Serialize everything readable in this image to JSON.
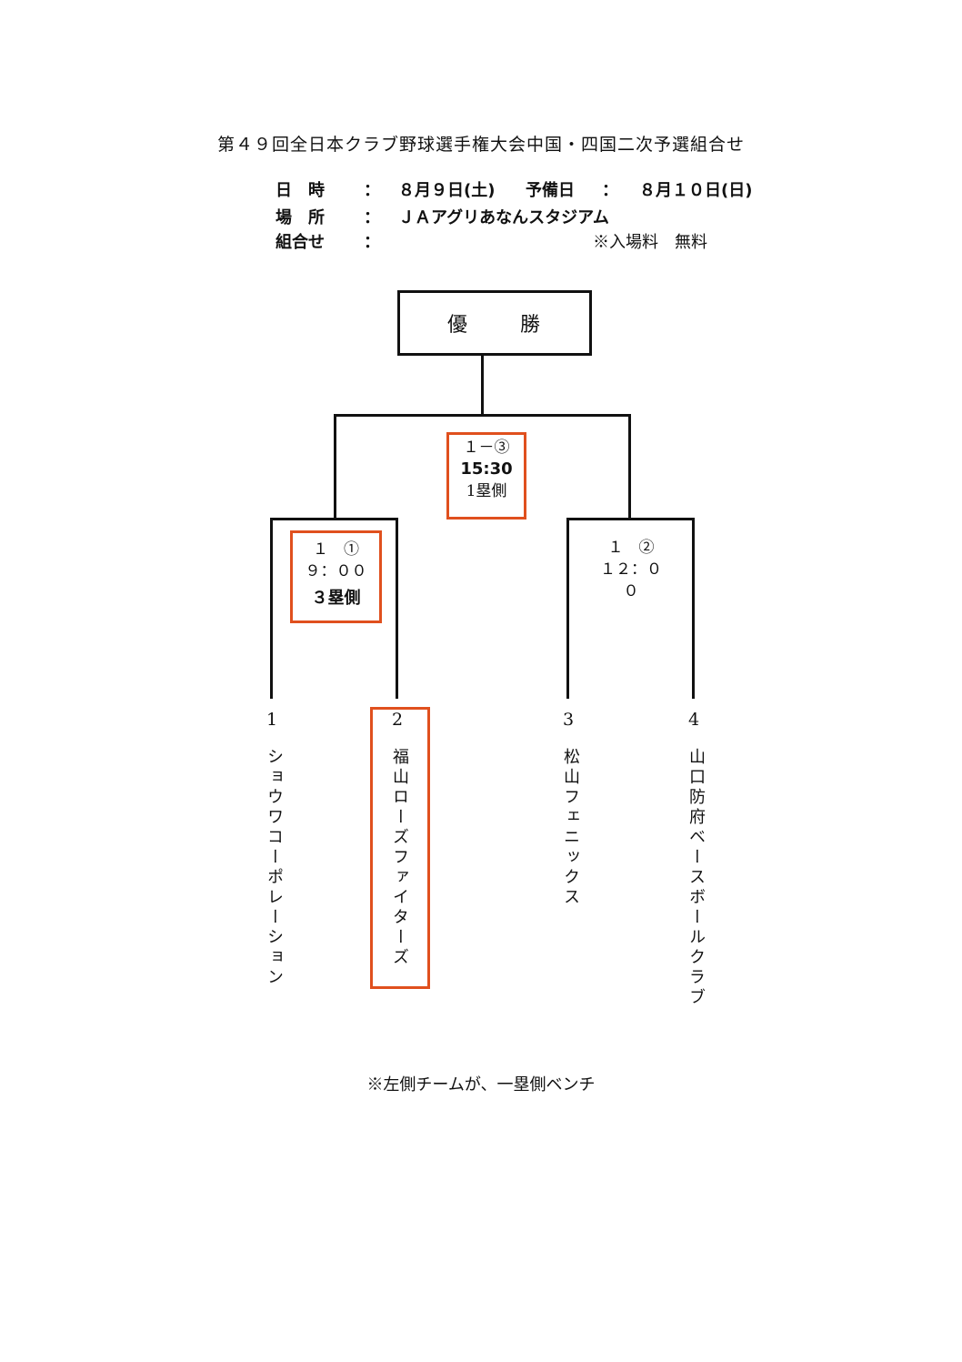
{
  "title": "第４９回全日本クラブ野球選手権大会中国・四国二次予選組合せ",
  "info": {
    "date_label": "日　時",
    "colon": "：",
    "date_value": "８月９日(土)",
    "reserve_label": "予備日",
    "reserve_value": "８月１０日(日)",
    "venue_label": "場　所",
    "venue_value": "ＪＡアグリあなんスタジアム",
    "pairing_label": "組合せ",
    "admission_note": "※入場料　無料"
  },
  "champion": {
    "char1": "優",
    "char2": "勝"
  },
  "games": {
    "final": {
      "number": "１－③",
      "time": "15:30",
      "side": "1塁側"
    },
    "semi1": {
      "number": "１　①",
      "time": "９：００",
      "side": "３塁側"
    },
    "semi2": {
      "number": "１　②",
      "time": "１２：００"
    }
  },
  "teams": [
    {
      "seed": "1",
      "name": "ショウワコーポレーション"
    },
    {
      "seed": "2",
      "name": "福山ローズファイターズ"
    },
    {
      "seed": "3",
      "name": "松山フェニックス"
    },
    {
      "seed": "4",
      "name": "山口防府ベースボールクラブ"
    }
  ],
  "footer_note": "※左側チームが、一塁側ベンチ",
  "colors": {
    "highlight": "#e0501e",
    "line": "#111111"
  }
}
